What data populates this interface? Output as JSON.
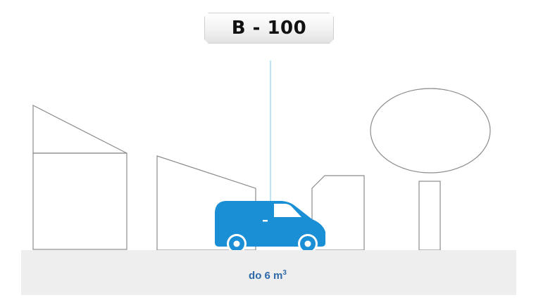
{
  "badge": {
    "label": "B - 100"
  },
  "capacity": {
    "prefix": "do 6 m",
    "superscript": "3"
  },
  "colors": {
    "van": "#1a8fd6",
    "outline": "#8c8c8c",
    "ground": "#eeeeee",
    "pointer": "#9ad6ec",
    "capacity_text": "#2e6aa8"
  }
}
